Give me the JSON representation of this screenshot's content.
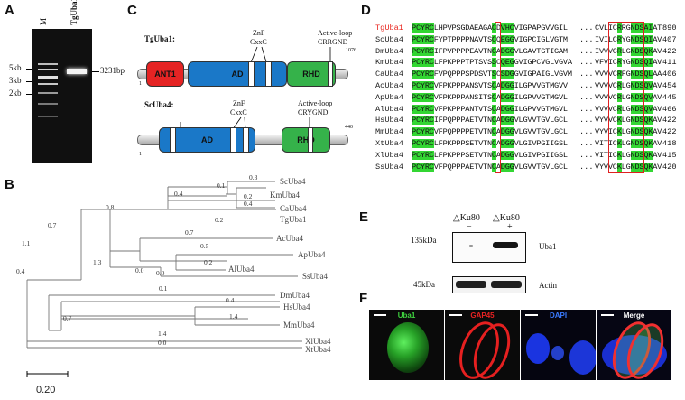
{
  "panels": {
    "A": "A",
    "B": "B",
    "C": "C",
    "D": "D",
    "E": "E",
    "F": "F"
  },
  "gel": {
    "lanes": [
      "M",
      "TgUba1"
    ],
    "markers": [
      "5kb",
      "3kb",
      "2kb"
    ],
    "band_label": "3231bp"
  },
  "tree": {
    "leaves": [
      "ScUba4",
      "KmUba4",
      "CaUba4",
      "TgUba1",
      "AcUba4",
      "ApUba4",
      "AlUba4",
      "SsUba4",
      "DmUba4",
      "HsUba4",
      "MmUba4",
      "XlUba4",
      "XtUba4"
    ],
    "branch_labels": [
      "0.3",
      "0.1",
      "0.2",
      "0.4",
      "0.4",
      "0.8",
      "0.2",
      "0.7",
      "0.7",
      "0.5",
      "0.2",
      "1.3",
      "0.0",
      "0.0",
      "1.1",
      "0.4",
      "0.1",
      "0.4",
      "0.7",
      "1.4",
      "1.4",
      "0.0"
    ],
    "scale_label": "0.20"
  },
  "domains": {
    "tg_name": "TgUba1:",
    "sc_name": "ScUba4:",
    "tg_start": "1",
    "tg_end": "1076",
    "sc_start": "1",
    "sc_end": "440",
    "ant1": "ANT1",
    "ad": "AD",
    "rhd": "RHD",
    "znf_name": "ZnF",
    "znf_motif": "CxxC",
    "loop_name": "Active-loop",
    "tg_loop_motif": "CRRGND",
    "sc_loop_motif": "CRYGND"
  },
  "alignment": {
    "rows": [
      {
        "name": "TgUba1",
        "left": "PCYRCLHPVPSGDAEAGACDVHCVIGPAPGVVGIL",
        "right": "CVLICRRGNDSAIAT",
        "num": "890"
      },
      {
        "name": "ScUba4",
        "left": "PCYRCFYPTPPPPNAVTSCQEGGVIGPCIGLVGTM",
        "right": "IVILCRYGNDSQIAV",
        "num": "407"
      },
      {
        "name": "DmUba4",
        "left": "PCYRCIFPVPPPPEAVTNCADGGVLGAVTGTIGAM",
        "right": "IVVVCRLGNDSQKAV",
        "num": "422"
      },
      {
        "name": "KmUba4",
        "left": "PCYRCLFPKPPPTPTSVSSCQEGGVIGPCVGLVGVA",
        "right": "VFVICRYGNDSQIAV",
        "num": "411"
      },
      {
        "name": "CaUba4",
        "left": "PCYRCFVPQPPPSPDSVTSCSDGGVIGPAIGLVGVM",
        "right": "VVVVCRFGNDSQLAA",
        "num": "406"
      },
      {
        "name": "AcUba4",
        "left": "PCYRCVFPKPPPANSVTSCADGGILGPVVGTMGVV",
        "right": "VVVVCRLGNDSQVAV",
        "num": "454"
      },
      {
        "name": "ApUba4",
        "left": "PCYRCVFPKPPPANSITSCADGGILGPVVGTMGVL",
        "right": "VVVVCRLGNDSQVAV",
        "num": "445"
      },
      {
        "name": "AlUba4",
        "left": "PCYRCVFPKPPPANTVTSCADGGILGPVVGTMGVL",
        "right": "VVVVCRLGNDSQVAV",
        "num": "466"
      },
      {
        "name": "HsUba4",
        "left": "PCYRCIFPQPPPAETVTNCADGGVLGVVTGVLGCL",
        "right": "VYVVCKLGNDSQKAV",
        "num": "422"
      },
      {
        "name": "MmUba4",
        "left": "PCYRCVFPQPPPPETVTNCADGGVLGVVTGVLGCL",
        "right": "VYVICKLGNDSQKAV",
        "num": "422"
      },
      {
        "name": "XtUba4",
        "left": "PCYRCLFPKPPPSETVTNCADGGVLGIVPGIIGSL",
        "right": "VITICKLGNDSQKAV",
        "num": "418"
      },
      {
        "name": "XlUba4",
        "left": "PCYRCLFPKPPPSETVTNCADGGVLGIVPGIIGSL",
        "right": "VITICKLGNDSQKAV",
        "num": "415"
      },
      {
        "name": "SsUba4",
        "left": "PCYRCVFPQPPPAETVTNCADGGVLGVVTGVLGCL",
        "right": "VYVVCKLGNDSQKAV",
        "num": "420"
      }
    ],
    "colors": {
      "highlight": "#33d633",
      "tg_name": "#e8231c",
      "box": "#e02020"
    }
  },
  "western": {
    "header1": "△Ku80",
    "header2": "△Ku80",
    "sign1": "−",
    "sign2": "+",
    "mw1": "135kDa",
    "mw2": "45kDa",
    "label1": "Uba1",
    "label2": "Actin"
  },
  "ifa": {
    "titles": [
      "Uba1",
      "GAP45",
      "DAPI",
      "Merge"
    ],
    "title_colors": [
      "#3fd13f",
      "#e82222",
      "#3a7bff",
      "#ffffff"
    ]
  }
}
